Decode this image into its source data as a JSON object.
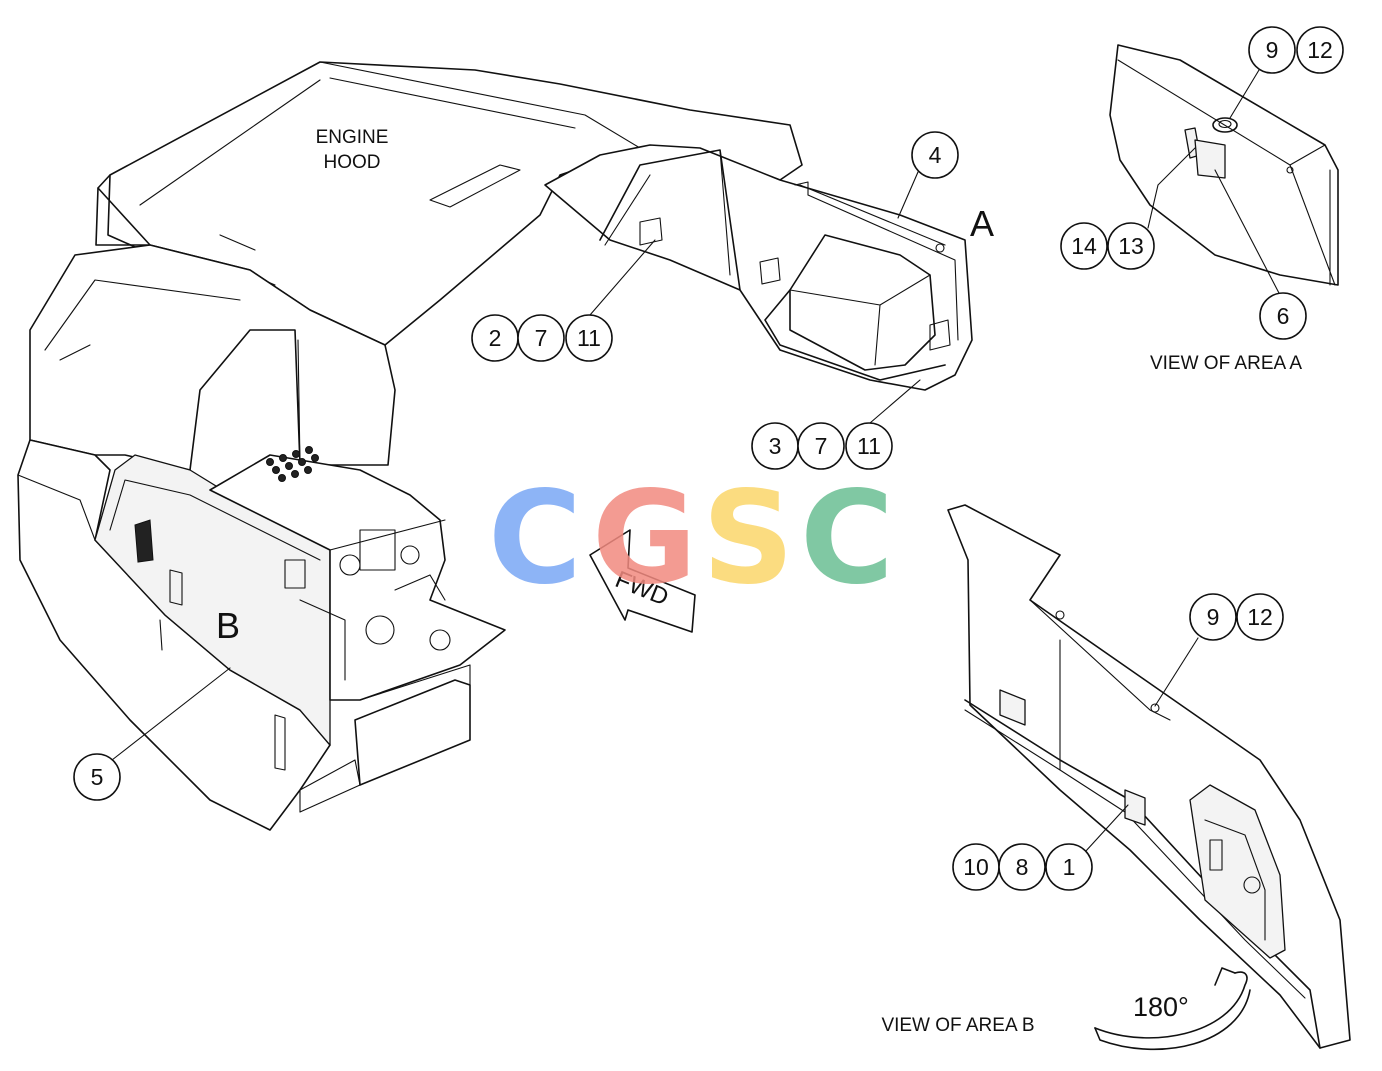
{
  "labels": {
    "engine_hood_line1": "ENGINE",
    "engine_hood_line2": "HOOD",
    "view_area_a": "VIEW OF AREA A",
    "view_area_b": "VIEW OF AREA B",
    "area_a": "A",
    "area_b": "B",
    "fwd": "FWD",
    "rotation": "180°"
  },
  "callouts": {
    "c_4": "4",
    "c_2": "2",
    "c_7a": "7",
    "c_11a": "11",
    "c_3": "3",
    "c_7b": "7",
    "c_11b": "11",
    "c_5": "5",
    "c_9a": "9",
    "c_12a": "12",
    "c_14": "14",
    "c_13": "13",
    "c_6": "6",
    "c_9b": "9",
    "c_12b": "12",
    "c_10": "10",
    "c_8": "8",
    "c_1": "1"
  },
  "watermark": {
    "letters": [
      "C",
      "G",
      "S",
      "C"
    ],
    "colors": [
      "#7aa7f5",
      "#f28a80",
      "#fbd66a",
      "#6bbf93"
    ]
  }
}
